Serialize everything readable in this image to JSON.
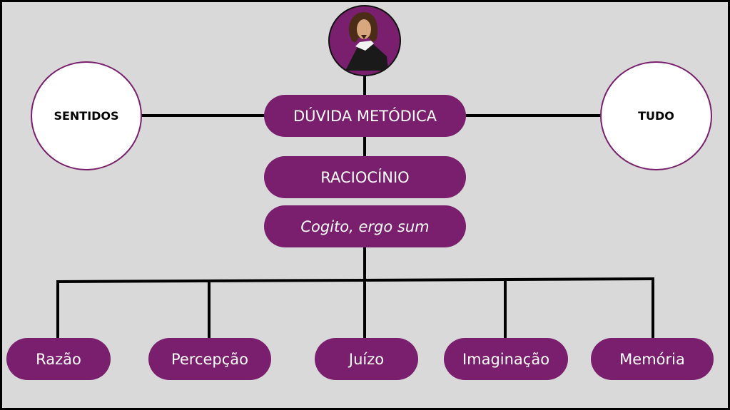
{
  "colors": {
    "accent": "#7a1f6e",
    "background": "#d9d9d9",
    "line": "#000000"
  },
  "portrait": {
    "icon": "descartes-portrait"
  },
  "center": {
    "main": "DÚVIDA METÓDICA",
    "reasoning": "RACIOCÍNIO",
    "cogito": "Cogito, ergo sum"
  },
  "sides": {
    "left": "SENTIDOS",
    "right": "TUDO"
  },
  "faculties": [
    "Razão",
    "Percepção",
    "Juízo",
    "Imaginação",
    "Memória"
  ]
}
